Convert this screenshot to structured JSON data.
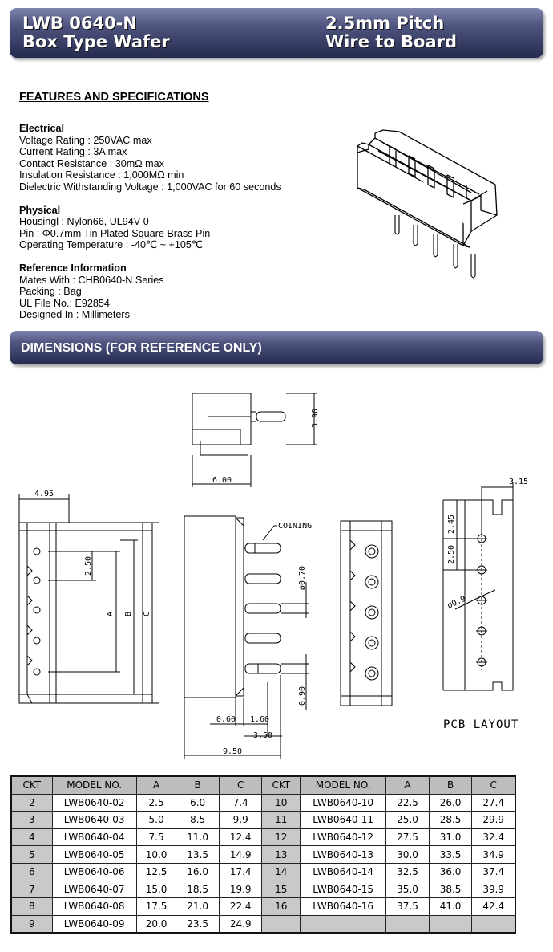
{
  "header": {
    "model": "LWB 0640-N",
    "type": "Box Type Wafer",
    "pitch": "2.5mm Pitch",
    "application": "Wire to Board"
  },
  "features_title": "FEATURES AND SPECIFICATIONS",
  "electrical": {
    "heading": "Electrical",
    "lines": [
      "Voltage Rating : 250VAC max",
      "Current Rating : 3A max",
      "Contact Resistance : 30mΩ max",
      "Insulation Resistance : 1,000MΩ min",
      "Dielectric Withstanding Voltage : 1,000VAC for 60 seconds"
    ]
  },
  "physical": {
    "heading": "Physical",
    "lines": [
      "Housingl : Nylon66, UL94V-0",
      "Pin :  Φ0.7mm Tin Plated Square Brass Pin",
      "Operating Temperature : -40℃  ~ +105℃"
    ]
  },
  "reference": {
    "heading": "Reference Information",
    "lines": [
      "Mates With : CHB0640-N Series",
      "Packing : Bag",
      "UL File No.: E92854",
      "Designed In : Millimeters"
    ]
  },
  "dimensions_title": "DIMENSIONS (FOR REFERENCE ONLY)",
  "drawing": {
    "top_height": "3.90",
    "top_width": "6.00",
    "front_width": "4.95",
    "pitch_label": "2.50",
    "dim_a": "A",
    "dim_b": "B",
    "dim_c": "C",
    "coining": "COINING",
    "pin_dia": "ø0.70",
    "pin_len": "0.90",
    "dim_060": "0.60",
    "dim_160": "1.60",
    "dim_350": "3.50",
    "dim_950": "9.50",
    "pcb_315": "3.15",
    "pcb_245": "2.45",
    "pcb_250": "2.50",
    "pcb_hole": "ø0.9",
    "pcb_label": "PCB LAYOUT"
  },
  "table": {
    "headers": [
      "CKT",
      "MODEL NO.",
      "A",
      "B",
      "C",
      "CKT",
      "MODEL NO.",
      "A",
      "B",
      "C"
    ],
    "rows": [
      [
        [
          "2",
          "LWB0640-02",
          "2.5",
          "6.0",
          "7.4"
        ],
        [
          "10",
          "LWB0640-10",
          "22.5",
          "26.0",
          "27.4"
        ]
      ],
      [
        [
          "3",
          "LWB0640-03",
          "5.0",
          "8.5",
          "9.9"
        ],
        [
          "11",
          "LWB0640-11",
          "25.0",
          "28.5",
          "29.9"
        ]
      ],
      [
        [
          "4",
          "LWB0640-04",
          "7.5",
          "11.0",
          "12.4"
        ],
        [
          "12",
          "LWB0640-12",
          "27.5",
          "31.0",
          "32.4"
        ]
      ],
      [
        [
          "5",
          "LWB0640-05",
          "10.0",
          "13.5",
          "14.9"
        ],
        [
          "13",
          "LWB0640-13",
          "30.0",
          "33.5",
          "34.9"
        ]
      ],
      [
        [
          "6",
          "LWB0640-06",
          "12.5",
          "16.0",
          "17.4"
        ],
        [
          "14",
          "LWB0640-14",
          "32.5",
          "36.0",
          "37.4"
        ]
      ],
      [
        [
          "7",
          "LWB0640-07",
          "15.0",
          "18.5",
          "19.9"
        ],
        [
          "15",
          "LWB0640-15",
          "35.0",
          "38.5",
          "39.9"
        ]
      ],
      [
        [
          "8",
          "LWB0640-08",
          "17.5",
          "21.0",
          "22.4"
        ],
        [
          "16",
          "LWB0640-16",
          "37.5",
          "41.0",
          "42.4"
        ]
      ],
      [
        [
          "9",
          "LWB0640-09",
          "20.0",
          "23.5",
          "24.9"
        ],
        [
          "",
          "",
          "",
          "",
          ""
        ]
      ]
    ]
  }
}
